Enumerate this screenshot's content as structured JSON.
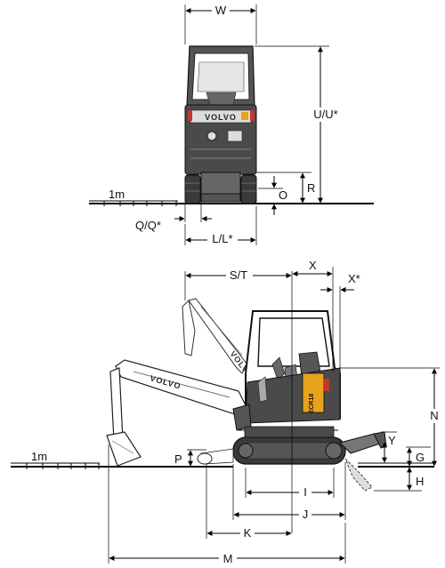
{
  "front_view": {
    "labels": {
      "w": "W",
      "uu": "U/U*",
      "r": "R",
      "o": "O",
      "qq": "Q/Q*",
      "ll": "L/L*",
      "scale": "1m"
    },
    "brand": "VOLVO"
  },
  "side_view": {
    "labels": {
      "st": "S/T",
      "x": "X",
      "xs": "X*",
      "n": "N",
      "y": "Y",
      "g": "G",
      "h": "H",
      "p": "P",
      "i": "I",
      "j": "J",
      "k": "K",
      "m": "M",
      "scale": "1m"
    },
    "brand": "VOLVO",
    "model": "ECR18"
  },
  "colors": {
    "body": "#4a4a4a",
    "dark": "#2e2e2e",
    "accent_orange": "#e8a21c",
    "accent_red": "#c0392b",
    "line": "#000000"
  }
}
